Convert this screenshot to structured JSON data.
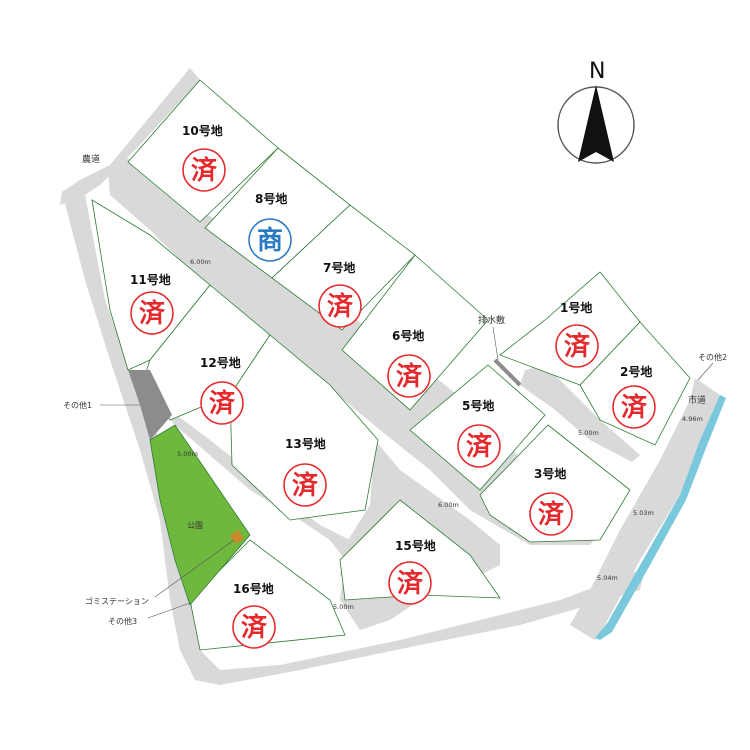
{
  "colors": {
    "road": "#d9d9d9",
    "lot_border": "#2f7a36",
    "park": "#6fb83e",
    "sold_stamp": "#e52a2e",
    "commercial_stamp": "#2a7bc2",
    "other_gray": "#8c8c8c",
    "garbage_station": "#c98a2e",
    "waterway": "#79c8dc"
  },
  "north": {
    "label": "N"
  },
  "lots": [
    {
      "id": "lot-10",
      "label": "10号地",
      "status": "sold",
      "stamp": "済"
    },
    {
      "id": "lot-8",
      "label": "8号地",
      "status": "commercial",
      "stamp": "商"
    },
    {
      "id": "lot-7",
      "label": "7号地",
      "status": "sold",
      "stamp": "済"
    },
    {
      "id": "lot-6",
      "label": "6号地",
      "status": "sold",
      "stamp": "済"
    },
    {
      "id": "lot-5",
      "label": "5号地",
      "status": "sold",
      "stamp": "済"
    },
    {
      "id": "lot-1",
      "label": "1号地",
      "status": "sold",
      "stamp": "済"
    },
    {
      "id": "lot-2",
      "label": "2号地",
      "status": "sold",
      "stamp": "済"
    },
    {
      "id": "lot-3",
      "label": "3号地",
      "status": "sold",
      "stamp": "済"
    },
    {
      "id": "lot-11",
      "label": "11号地",
      "status": "sold",
      "stamp": "済"
    },
    {
      "id": "lot-12",
      "label": "12号地",
      "status": "sold",
      "stamp": "済"
    },
    {
      "id": "lot-13",
      "label": "13号地",
      "status": "sold",
      "stamp": "済"
    },
    {
      "id": "lot-15",
      "label": "15号地",
      "status": "sold",
      "stamp": "済"
    },
    {
      "id": "lot-16",
      "label": "16号地",
      "status": "sold",
      "stamp": "済"
    }
  ],
  "labels": {
    "farm_road": "農道",
    "drainage": "排水敷",
    "other1": "その他1",
    "other2": "その他2",
    "other3": "その他3",
    "park": "公園",
    "garbage": "ゴミステーション",
    "city_road": "市道"
  },
  "dimensions": {
    "main_road": "6.00m",
    "main_road_lower": "6.00m",
    "side_road_left": "5.00m",
    "side_road_right": "5.00m",
    "bottom_road": "5.00m",
    "city_road_top": "4.96m",
    "city_road_mid": "5.03m",
    "city_road_low": "5.04m"
  }
}
